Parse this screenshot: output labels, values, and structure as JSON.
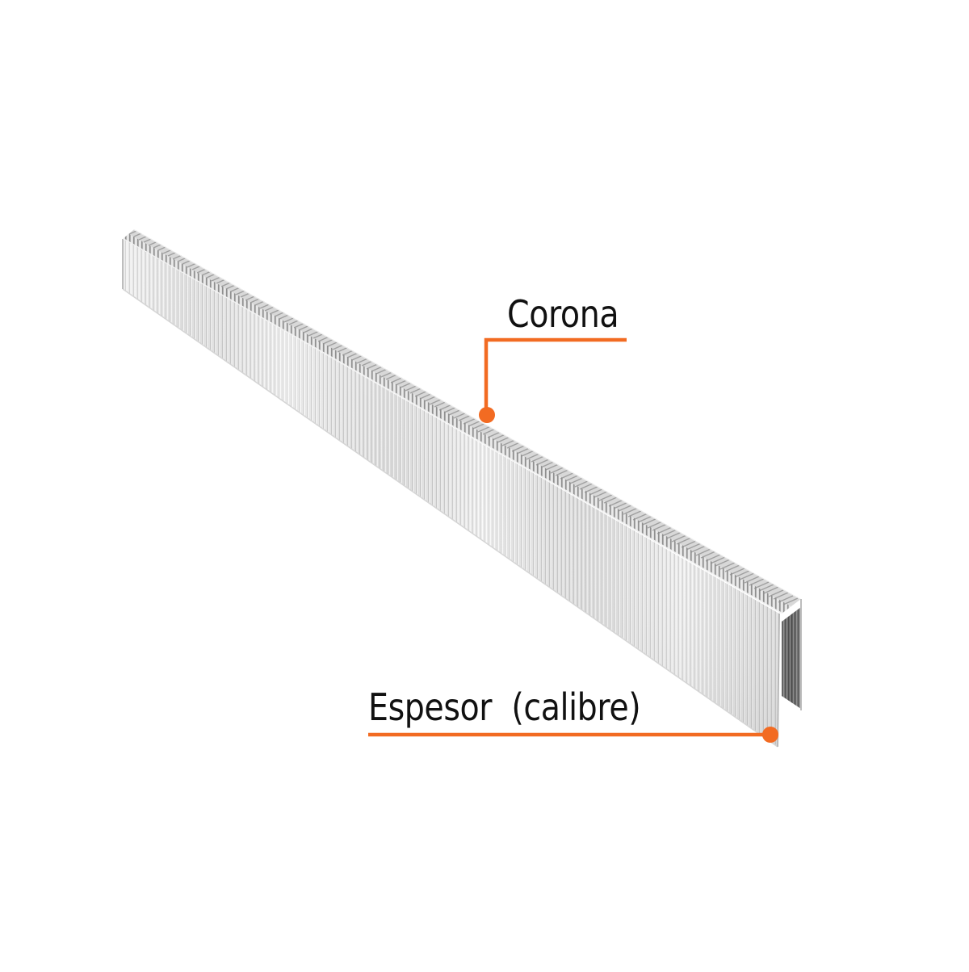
{
  "image": {
    "subject": "strip of galvanized staples",
    "background_color": "#FFFFFF"
  },
  "callouts": [
    {
      "id": "corona",
      "label": "Corona",
      "target": "crown (top face) of the staple strip",
      "line_color": "#F26B22",
      "dot_color": "#F26B22"
    },
    {
      "id": "espesor",
      "label": "Espesor  (calibre)",
      "target": "wire thickness at front leg of the staple",
      "line_color": "#F26B22",
      "dot_color": "#F26B22"
    }
  ],
  "colors": {
    "accent": "#F26B22",
    "text": "#111111",
    "metal_light": "#F2F2F2",
    "metal_mid": "#C9C9C9",
    "metal_dark": "#6E6E6E"
  }
}
